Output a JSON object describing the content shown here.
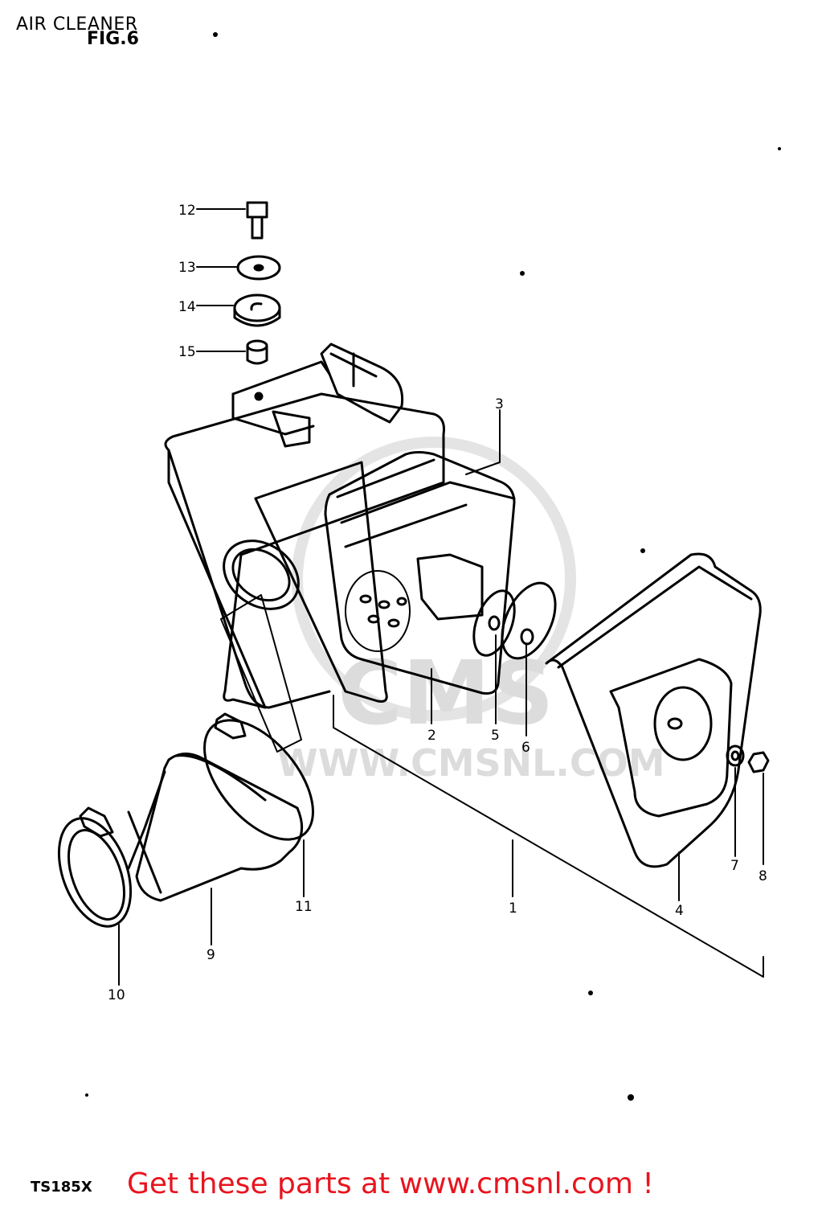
{
  "header": {
    "title": "AIR CLEANER",
    "figure": "FIG.6"
  },
  "footer": {
    "model": "TS185X",
    "cta": "Get these parts at www.cmsnl.com !"
  },
  "watermark": {
    "brand": "CMS",
    "url": "WWW.CMSNL.COM"
  },
  "callouts": [
    "1",
    "2",
    "3",
    "4",
    "5",
    "6",
    "7",
    "8",
    "9",
    "10",
    "11",
    "12",
    "13",
    "14",
    "15"
  ],
  "colors": {
    "ink": "#000000",
    "cta": "#e8141e",
    "watermark": "#dcdcdc"
  }
}
